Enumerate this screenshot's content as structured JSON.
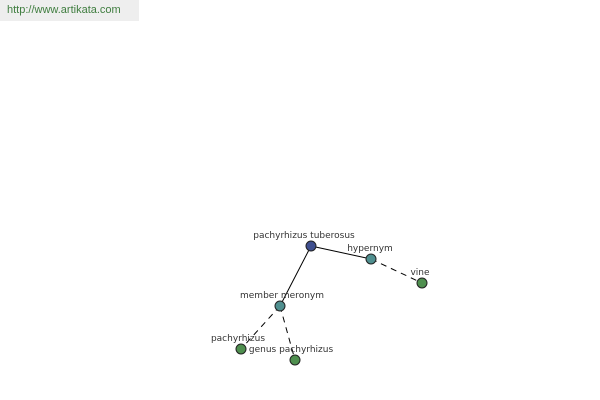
{
  "header": {
    "url_text": "http://www.artikata.com"
  },
  "graph": {
    "colors": {
      "root": "#3f4f8f",
      "relation": "#4f8f8f",
      "leaf": "#4f8f4f",
      "edge": "#000000",
      "url_text": "#3f7d3f",
      "url_bg": "#eeeeee"
    },
    "nodes": [
      {
        "id": "root",
        "label": "pachyrhizus tuberosus",
        "kind": "root"
      },
      {
        "id": "hypernym",
        "label": "hypernym",
        "kind": "relation"
      },
      {
        "id": "vine",
        "label": "vine",
        "kind": "leaf"
      },
      {
        "id": "member-meronym",
        "label": "member meronym",
        "kind": "relation"
      },
      {
        "id": "pachyrhizus",
        "label": "pachyrhizus",
        "kind": "leaf"
      },
      {
        "id": "genus-pachyrhizus",
        "label": "genus pachyrhizus",
        "kind": "leaf"
      }
    ],
    "edges": [
      {
        "from": "root",
        "to": "hypernym",
        "style": "solid"
      },
      {
        "from": "hypernym",
        "to": "vine",
        "style": "dashed"
      },
      {
        "from": "root",
        "to": "member-meronym",
        "style": "solid"
      },
      {
        "from": "member-meronym",
        "to": "pachyrhizus",
        "style": "dashed"
      },
      {
        "from": "member-meronym",
        "to": "genus-pachyrhizus",
        "style": "dashed"
      }
    ]
  }
}
